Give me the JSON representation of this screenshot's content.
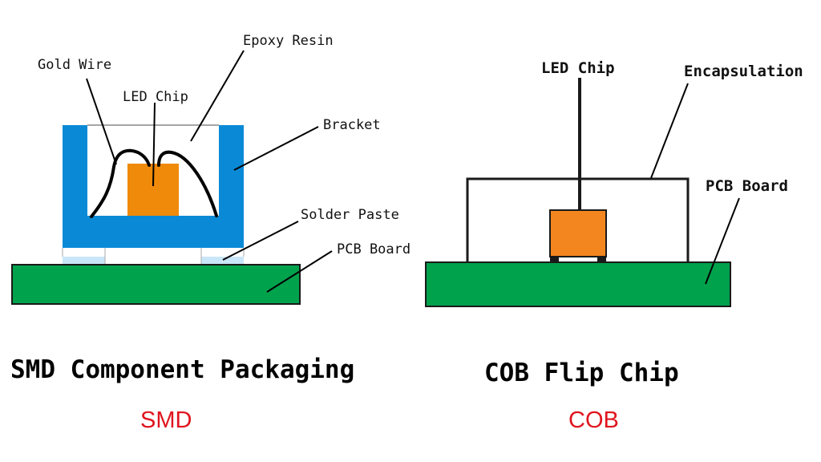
{
  "colors": {
    "bracket": "#0a8ad6",
    "led_chip": "#f08a0a",
    "led_chip_cob": "#f3861f",
    "pcb": "#00a24c",
    "solder_paste": "#c9e6f8",
    "wire": "#000000",
    "tag": "#e0141e"
  },
  "smd": {
    "labels": {
      "epoxy_resin": "Epoxy Resin",
      "gold_wire": "Gold Wire",
      "led_chip": "LED Chip",
      "bracket": "Bracket",
      "solder_paste": "Solder Paste",
      "pcb_board": "PCB Board"
    },
    "title": "SMD Component Packaging",
    "tag": "SMD"
  },
  "cob": {
    "labels": {
      "led_chip": "LED Chip",
      "encapsulation": "Encapsulation",
      "pcb_board": "PCB Board"
    },
    "title": "COB Flip Chip",
    "tag": "COB"
  }
}
